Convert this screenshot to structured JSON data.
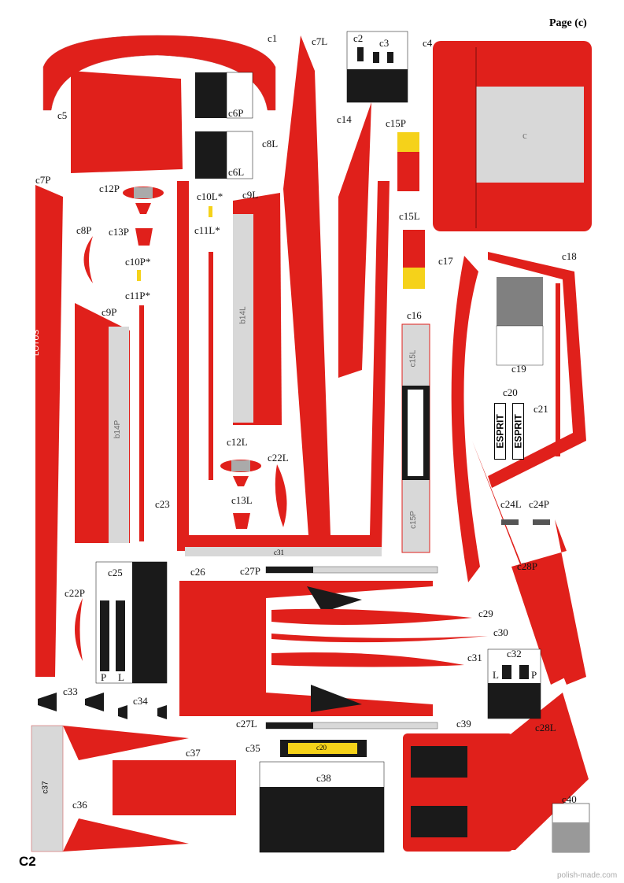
{
  "page_title": "Page (c)",
  "sheet_id": "C2",
  "watermark": "polish-made.com",
  "colors": {
    "red": "#e0201b",
    "grey": "#d8d8d8",
    "black": "#1a1a1a"
  },
  "labels": {
    "c1": "c1",
    "c2": "c2",
    "c3": "c3",
    "c4": "c4",
    "c5": "c5",
    "c6P": "c6P",
    "c6L": "c6L",
    "c7L": "c7L",
    "c7P": "c7P",
    "c8L": "c8L",
    "c8P": "c8P",
    "c9L": "c9L",
    "c9P": "c9P",
    "c10L": "c10L*",
    "c10P": "c10P*",
    "c11L": "c11L*",
    "c11P": "c11P*",
    "c12P": "c12P",
    "c12L": "c12L",
    "c13P": "c13P",
    "c13L": "c13L",
    "c14": "c14",
    "c15P": "c15P",
    "c15L": "c15L",
    "c16": "c16",
    "c17": "c17",
    "c18": "c18",
    "c19": "c19",
    "c20": "c20",
    "c21": "c21",
    "c22L": "c22L",
    "c22P": "c22P",
    "c23": "c23",
    "c24L": "c24L",
    "c24P": "c24P",
    "c25": "c25",
    "c26": "c26",
    "c27P": "c27P",
    "c27L": "c27L",
    "c28P": "c28P",
    "c28L": "c28L",
    "c29": "c29",
    "c30": "c30",
    "c31": "c31",
    "c32": "c32",
    "c33": "c33",
    "c34": "c34",
    "c35": "c35",
    "c36": "c36",
    "c37": "c37",
    "c38": "c38",
    "c39": "c39",
    "c40": "c40"
  },
  "part_text": {
    "esprit": "ESPRIT",
    "lotus": "LOTUS",
    "c31_inner": "c31",
    "c37_inner": "c37",
    "c20_inner": "c20",
    "c4_inner": "c",
    "c9P_inner": "b14P",
    "c9L_inner": "b14L",
    "c25_P": "P",
    "c25_L": "L",
    "c32_L": "L",
    "c32_P": "P",
    "c16_top": "c15L",
    "c16_bottom": "c15P"
  }
}
